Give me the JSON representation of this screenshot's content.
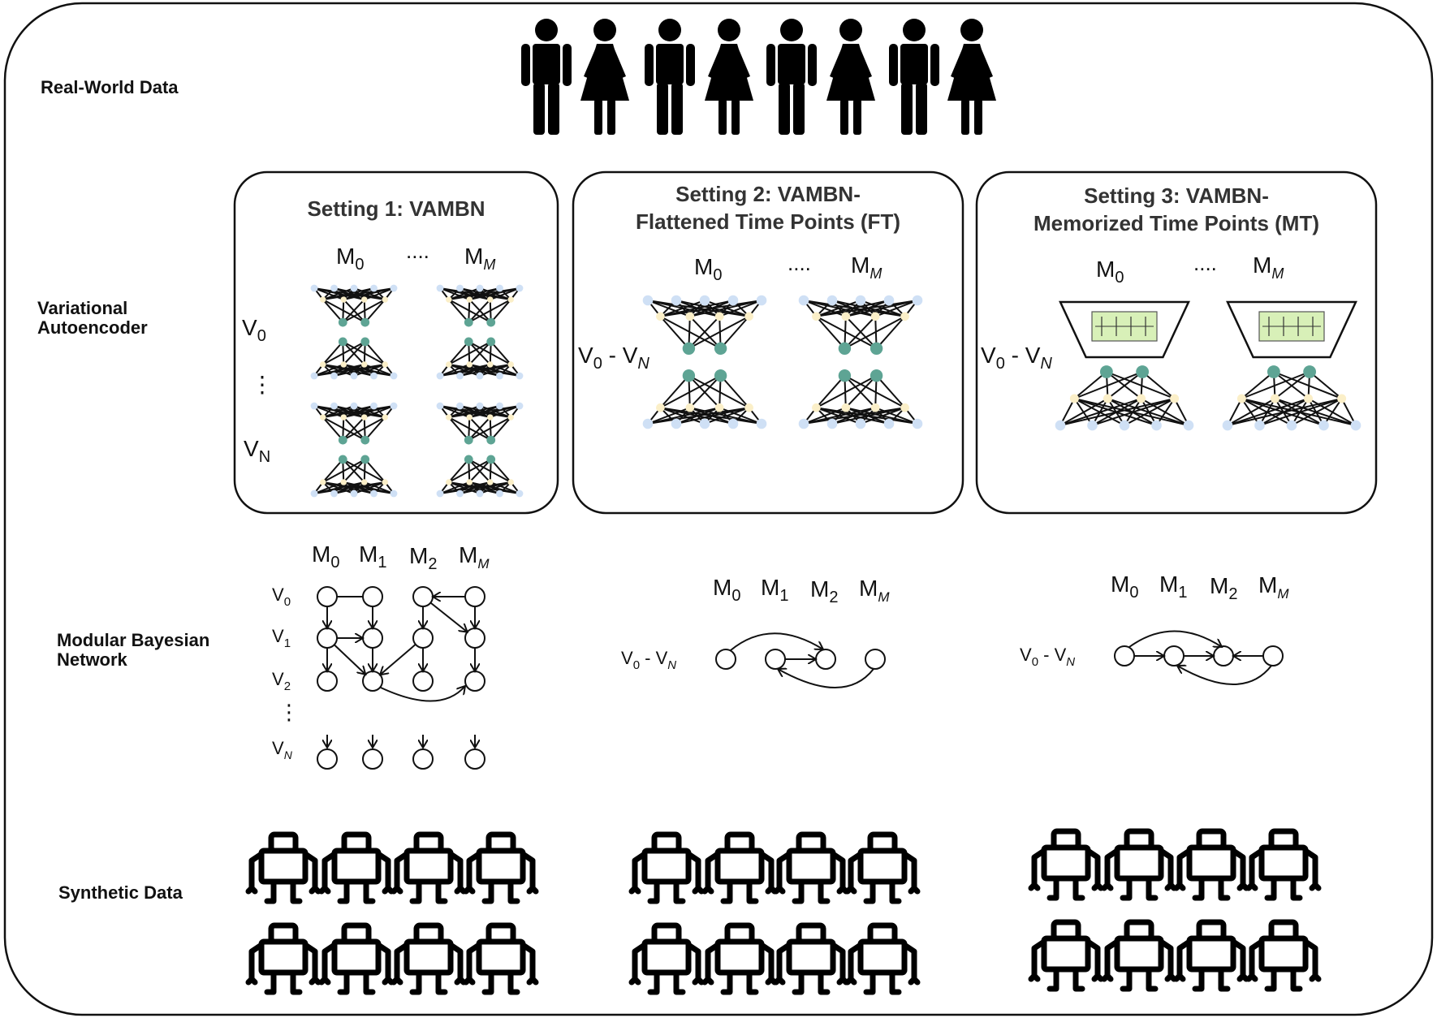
{
  "rows": {
    "real_world": "Real-World Data",
    "vae_line1": "Variational",
    "vae_line2": "Autoencoder",
    "mbn_line1": "Modular Bayesian",
    "mbn_line2": "Network",
    "synthetic": "Synthetic Data"
  },
  "settings": [
    {
      "title_line1": "Setting 1: VAMBN",
      "title_line2": ""
    },
    {
      "title_line1": "Setting 2: VAMBN-",
      "title_line2": "Flattened Time Points (FT)"
    },
    {
      "title_line1": "Setting 3: VAMBN-",
      "title_line2": "Memorized Time Points (MT)"
    }
  ],
  "symbols": {
    "m_letter": "M",
    "v_letter": "V",
    "sub_0": "0",
    "sub_1": "1",
    "sub_2": "2",
    "sub_m": "M",
    "sub_n": "N",
    "dash": " - ",
    "hdots": "....",
    "vdots": "⋮"
  },
  "icons": {
    "real_people": "person-icons",
    "synthetic": "robot-icons"
  },
  "colors": {
    "latent": "#5ea494",
    "hidden": "#fbefc8",
    "io": "#cfe0f5",
    "lstm": "#d8f0b8",
    "line": "#111111",
    "title": "#333333"
  }
}
